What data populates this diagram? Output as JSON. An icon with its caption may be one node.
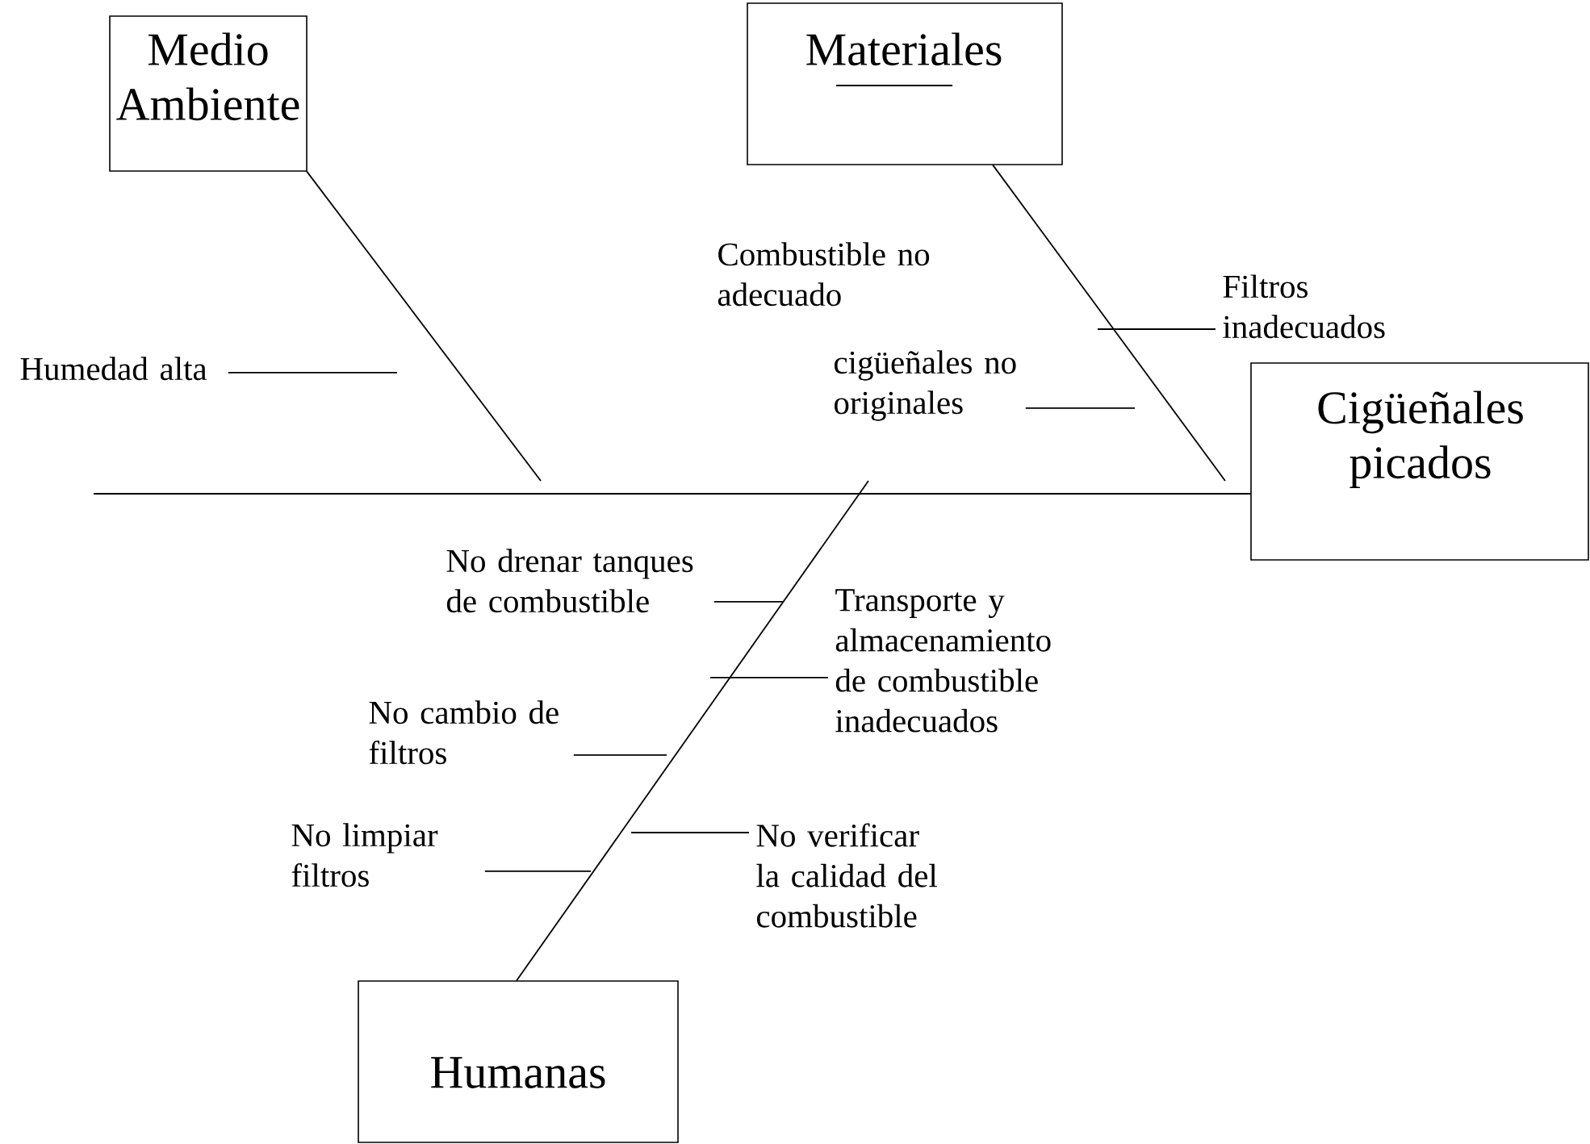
{
  "diagram": {
    "nodes": [
      {
        "text": [
          "Medio Ambiente"
        ]
      },
      {
        "text": [
          "Materiales"
        ]
      },
      {
        "text": [
          "Cigüeñales picados"
        ]
      },
      {
        "text": [
          "Humanas"
        ]
      },
      {
        "text": [
          "Humedad alta"
        ]
      },
      {
        "text": [
          "Filtros inadecuados"
        ]
      },
      {
        "text": [
          "cigüeñales no originales"
        ]
      },
      {
        "text": [
          "No drenar tanques de combustible"
        ]
      },
      {
        "text": [
          "Transporte y almacenamiento de combustible inadecuados"
        ]
      },
      {
        "text": [
          "No cambio de filtros"
        ]
      },
      {
        "text": [
          "No verificar la calidad del combustible"
        ]
      },
      {
        "text": [
          "No limpiar filtros"
        ]
      }
    ],
    "edges": [
      {
        "from": null,
        "to": 2,
        "arrow": "none"
      },
      {
        "from": 0,
        "to": null,
        "arrow": "none"
      },
      {
        "from": 1,
        "to": null,
        "arrow": "none"
      },
      {
        "from": 3,
        "to": null,
        "arrow": "none"
      },
      {
        "from": 4,
        "to": null,
        "arrow": "none"
      },
      {
        "from": 5,
        "to": null,
        "arrow": "none"
      },
      {
        "from": 6,
        "to": null,
        "arrow": "none"
      },
      {
        "from": 7,
        "to": null,
        "arrow": "none"
      },
      {
        "from": 8,
        "to": null,
        "arrow": "none"
      },
      {
        "from": 9,
        "to": null,
        "arrow": "none"
      },
      {
        "from": 10,
        "to": null,
        "arrow": "none"
      },
      {
        "from": 11,
        "to": null,
        "arrow": "none"
      }
    ],
    "labels": [
      "Combustible no adecuado"
    ]
  }
}
